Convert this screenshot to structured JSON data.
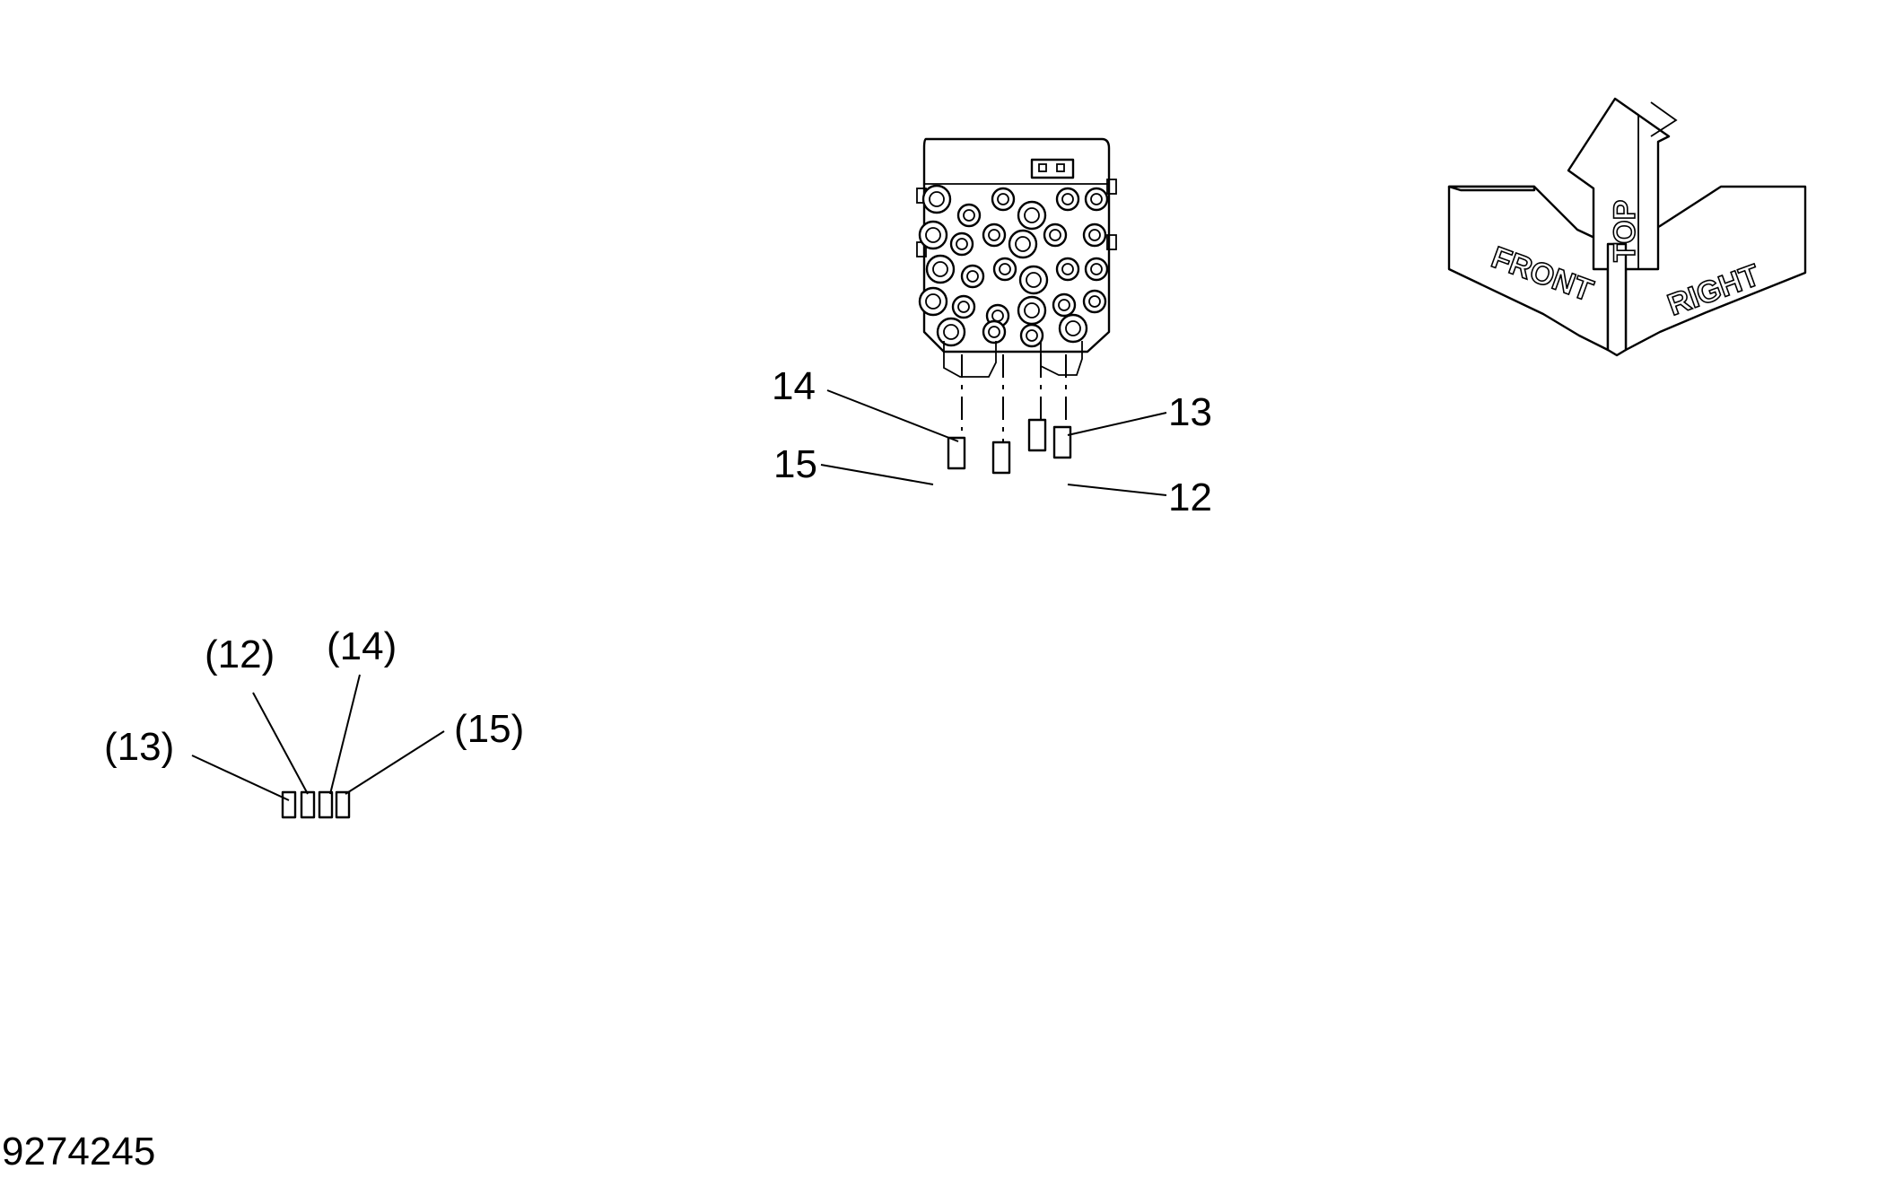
{
  "diagram": {
    "drawing_number": "9274245",
    "callouts_valve_end": [
      {
        "id": "label-14",
        "text": "14"
      },
      {
        "id": "label-15",
        "text": "15"
      },
      {
        "id": "label-13",
        "text": "13"
      },
      {
        "id": "label-12",
        "text": "12"
      }
    ],
    "callouts_free_end": [
      {
        "id": "label-13-ref",
        "text": "(13)"
      },
      {
        "id": "label-12-ref",
        "text": "(12)"
      },
      {
        "id": "label-14-ref",
        "text": "(14)"
      },
      {
        "id": "label-15-ref",
        "text": "(15)"
      }
    ],
    "orientation_indicator": {
      "top": "TOP",
      "front": "FRONT",
      "right": "RIGHT"
    }
  }
}
